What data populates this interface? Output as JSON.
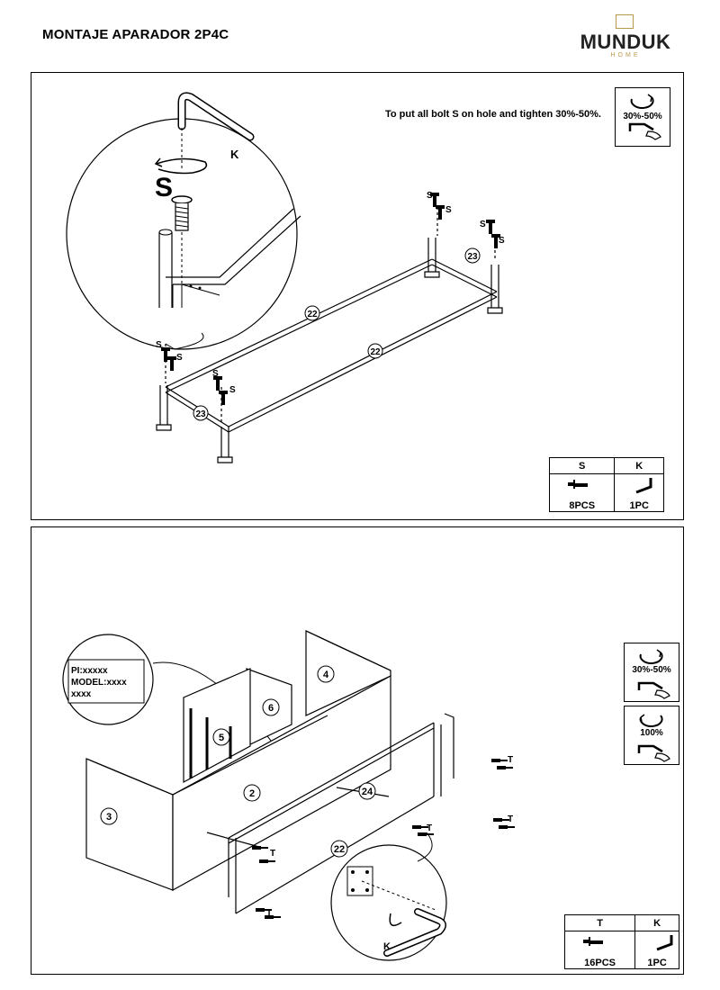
{
  "document": {
    "title": "MONTAJE APARADOR 2P4C"
  },
  "logo": {
    "name": "MUNDUK",
    "sub": "HOME"
  },
  "step1": {
    "instruction": "To put all bolt S on hole and tighten 30%-50%.",
    "torque": "30%-50%",
    "parts": [
      {
        "code": "S",
        "qty": "8PCS"
      },
      {
        "code": "K",
        "qty": "1PC"
      }
    ],
    "labels": {
      "bolt": "S",
      "key": "K",
      "part22": "22",
      "part23": "23"
    }
  },
  "step2": {
    "torque_a": "30%-50%",
    "torque_b": "100%",
    "label_text": {
      "line1": "PI:xxxxx",
      "line2": "MODEL:xxxx",
      "line3": "xxxx"
    },
    "parts": [
      {
        "code": "T",
        "qty": "16PCS"
      },
      {
        "code": "K",
        "qty": "1PC"
      }
    ],
    "labels": {
      "bolt": "T",
      "key": "K",
      "part2": "2",
      "part3": "3",
      "part4": "4",
      "part5": "5",
      "part6": "6",
      "part22": "22",
      "part24": "24"
    }
  }
}
